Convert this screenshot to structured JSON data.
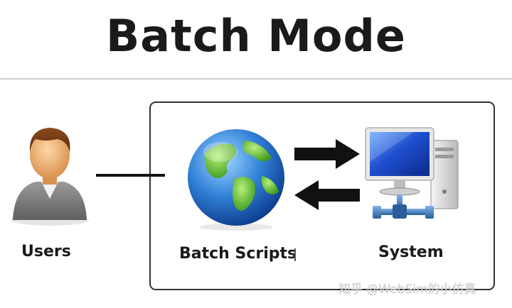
{
  "title": "Batch Mode",
  "labels": {
    "users": "Users",
    "batch_scripts": "Batch Scripts",
    "system": "System"
  },
  "watermark": "知乎 @WebSim的小仿真",
  "icons": {
    "users": "user-person-icon",
    "batch_scripts": "globe-icon",
    "system": "desktop-computer-icon",
    "send": "arrow-right-icon",
    "receive": "arrow-left-icon"
  },
  "colors": {
    "title": "#1a1a1a",
    "frame": "#333333",
    "globe_ocean": "#2f7fd6",
    "globe_land": "#6fcf3a",
    "screen": "#1f4fd0",
    "arrows": "#111111"
  }
}
